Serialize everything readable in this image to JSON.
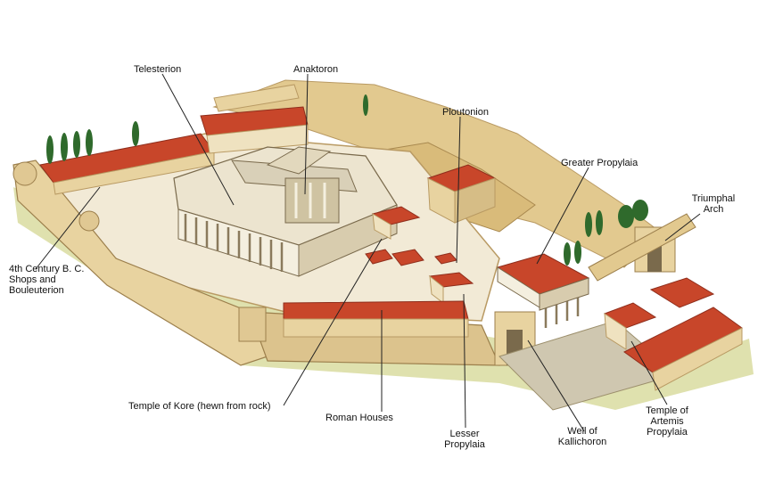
{
  "labels": {
    "telesterion": "Telesterion",
    "anaktoron": "Anaktoron",
    "ploutonion": "Ploutonion",
    "greater_propylaia": "Greater Propylaia",
    "triumphal_arch_line1": "Triumphal",
    "triumphal_arch_line2": "Arch",
    "shops_line1": "4th Century B. C.",
    "shops_line2": "Shops and",
    "shops_line3": "Bouleuterion",
    "temple_kore": "Temple of Kore (hewn from rock)",
    "roman_houses": "Roman Houses",
    "lesser_line1": "Lesser",
    "lesser_line2": "Propylaia",
    "well_line1": "Well of",
    "well_line2": "Kallichoron",
    "artemis_line1": "Temple of",
    "artemis_line2": "Artemis",
    "artemis_line3": "Propylaia"
  },
  "colors": {
    "roof": "#c8462a",
    "roof_dark": "#8f2e1c",
    "wall": "#e8d3a0",
    "wall_shadow": "#b99a63",
    "stone": "#f2ead6",
    "hill": "#e2c98f",
    "grass": "#d7d99a",
    "tree": "#2f6a2c",
    "leader": "#222222"
  }
}
